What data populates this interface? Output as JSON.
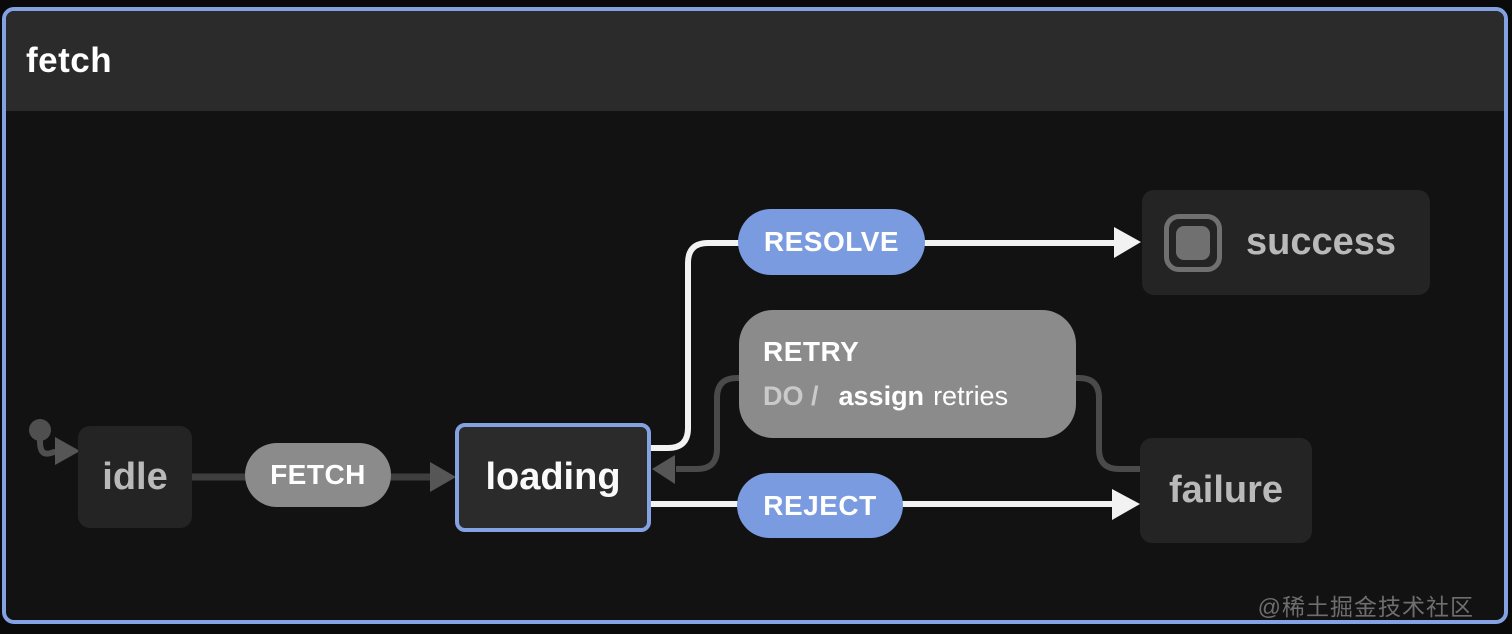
{
  "machine": {
    "title": "fetch",
    "states": [
      {
        "id": "idle",
        "label": "idle",
        "type": "initial-target"
      },
      {
        "id": "loading",
        "label": "loading",
        "type": "selected"
      },
      {
        "id": "success",
        "label": "success",
        "type": "final"
      },
      {
        "id": "failure",
        "label": "failure",
        "type": "normal"
      }
    ],
    "events": [
      {
        "id": "FETCH",
        "label": "FETCH",
        "from": "idle",
        "to": "loading",
        "style": "gray"
      },
      {
        "id": "RESOLVE",
        "label": "RESOLVE",
        "from": "loading",
        "to": "success",
        "style": "blue"
      },
      {
        "id": "REJECT",
        "label": "REJECT",
        "from": "loading",
        "to": "failure",
        "style": "blue"
      },
      {
        "id": "RETRY",
        "label": "RETRY",
        "from": "failure",
        "to": "loading",
        "style": "gray",
        "action": {
          "prefix": "DO /",
          "name": "assign",
          "arg": "retries"
        }
      }
    ]
  },
  "watermark": "@稀土掘金技术社区",
  "colors": {
    "accent_blue": "#84a1e2",
    "event_blue": "#7a9bdf",
    "event_gray": "#8b8b8b",
    "edge_active": "#f2f2f2",
    "edge_inactive": "#4a4a4a",
    "state_bg": "#242424",
    "header_bg": "#2b2b2b",
    "canvas_bg": "#121212",
    "state_text": "#b9b9b9"
  }
}
